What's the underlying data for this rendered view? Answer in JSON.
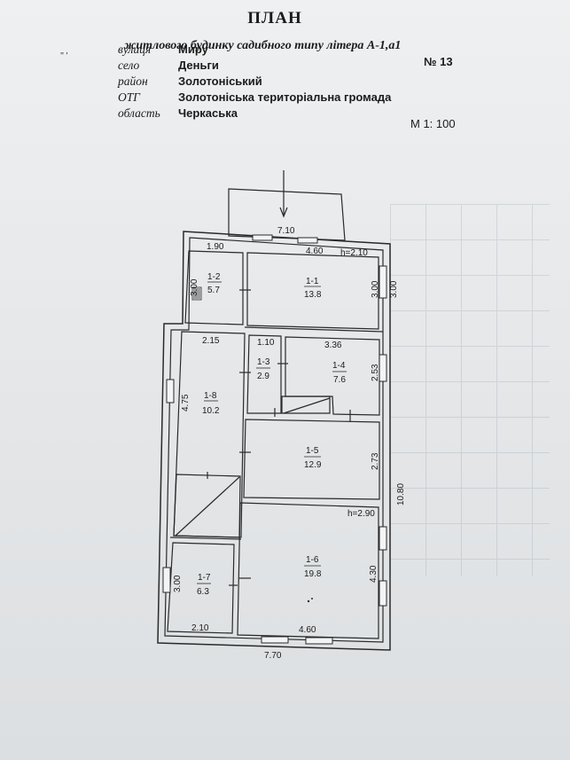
{
  "header": {
    "title": "ПЛАН",
    "subtitle": "житлового будинку садибного типу літера  А-1,а1",
    "number": "№ 13",
    "scale": "М 1: 100",
    "mark": "\" '"
  },
  "address": [
    {
      "label": "вулиця",
      "value": "Миру"
    },
    {
      "label": "село",
      "value": "Деньги"
    },
    {
      "label": "район",
      "value": "Золотоніський"
    },
    {
      "label": "ОТГ",
      "value": "Золотоніська територіальна громада"
    },
    {
      "label": "область",
      "value": "Черкаська"
    }
  ],
  "plan": {
    "overall": {
      "width_top": "7.10",
      "width_bottom": "7.70",
      "length": "10.80"
    },
    "rooms": [
      {
        "id": "1-2",
        "area": "5.7",
        "dims": [
          "1.90",
          "3.00"
        ]
      },
      {
        "id": "1-1",
        "area": "13.8",
        "dims": [
          "4.60",
          "h=2.10",
          "3.00",
          "3.00"
        ]
      },
      {
        "id": "1-3",
        "area": "2.9",
        "dims": [
          "1.10"
        ]
      },
      {
        "id": "1-4",
        "area": "7.6",
        "dims": [
          "3.36",
          "2.53"
        ]
      },
      {
        "id": "1-8",
        "area": "10.2",
        "dims": [
          "2.15",
          "4.75"
        ]
      },
      {
        "id": "1-5",
        "area": "12.9",
        "dims": [
          "2.73"
        ]
      },
      {
        "id": "1-6",
        "area": "19.8",
        "dims": [
          "h=2.90",
          "4.30",
          "4.60"
        ]
      },
      {
        "id": "1-7",
        "area": "6.3",
        "dims": [
          "3.00",
          "2.10"
        ]
      }
    ]
  }
}
